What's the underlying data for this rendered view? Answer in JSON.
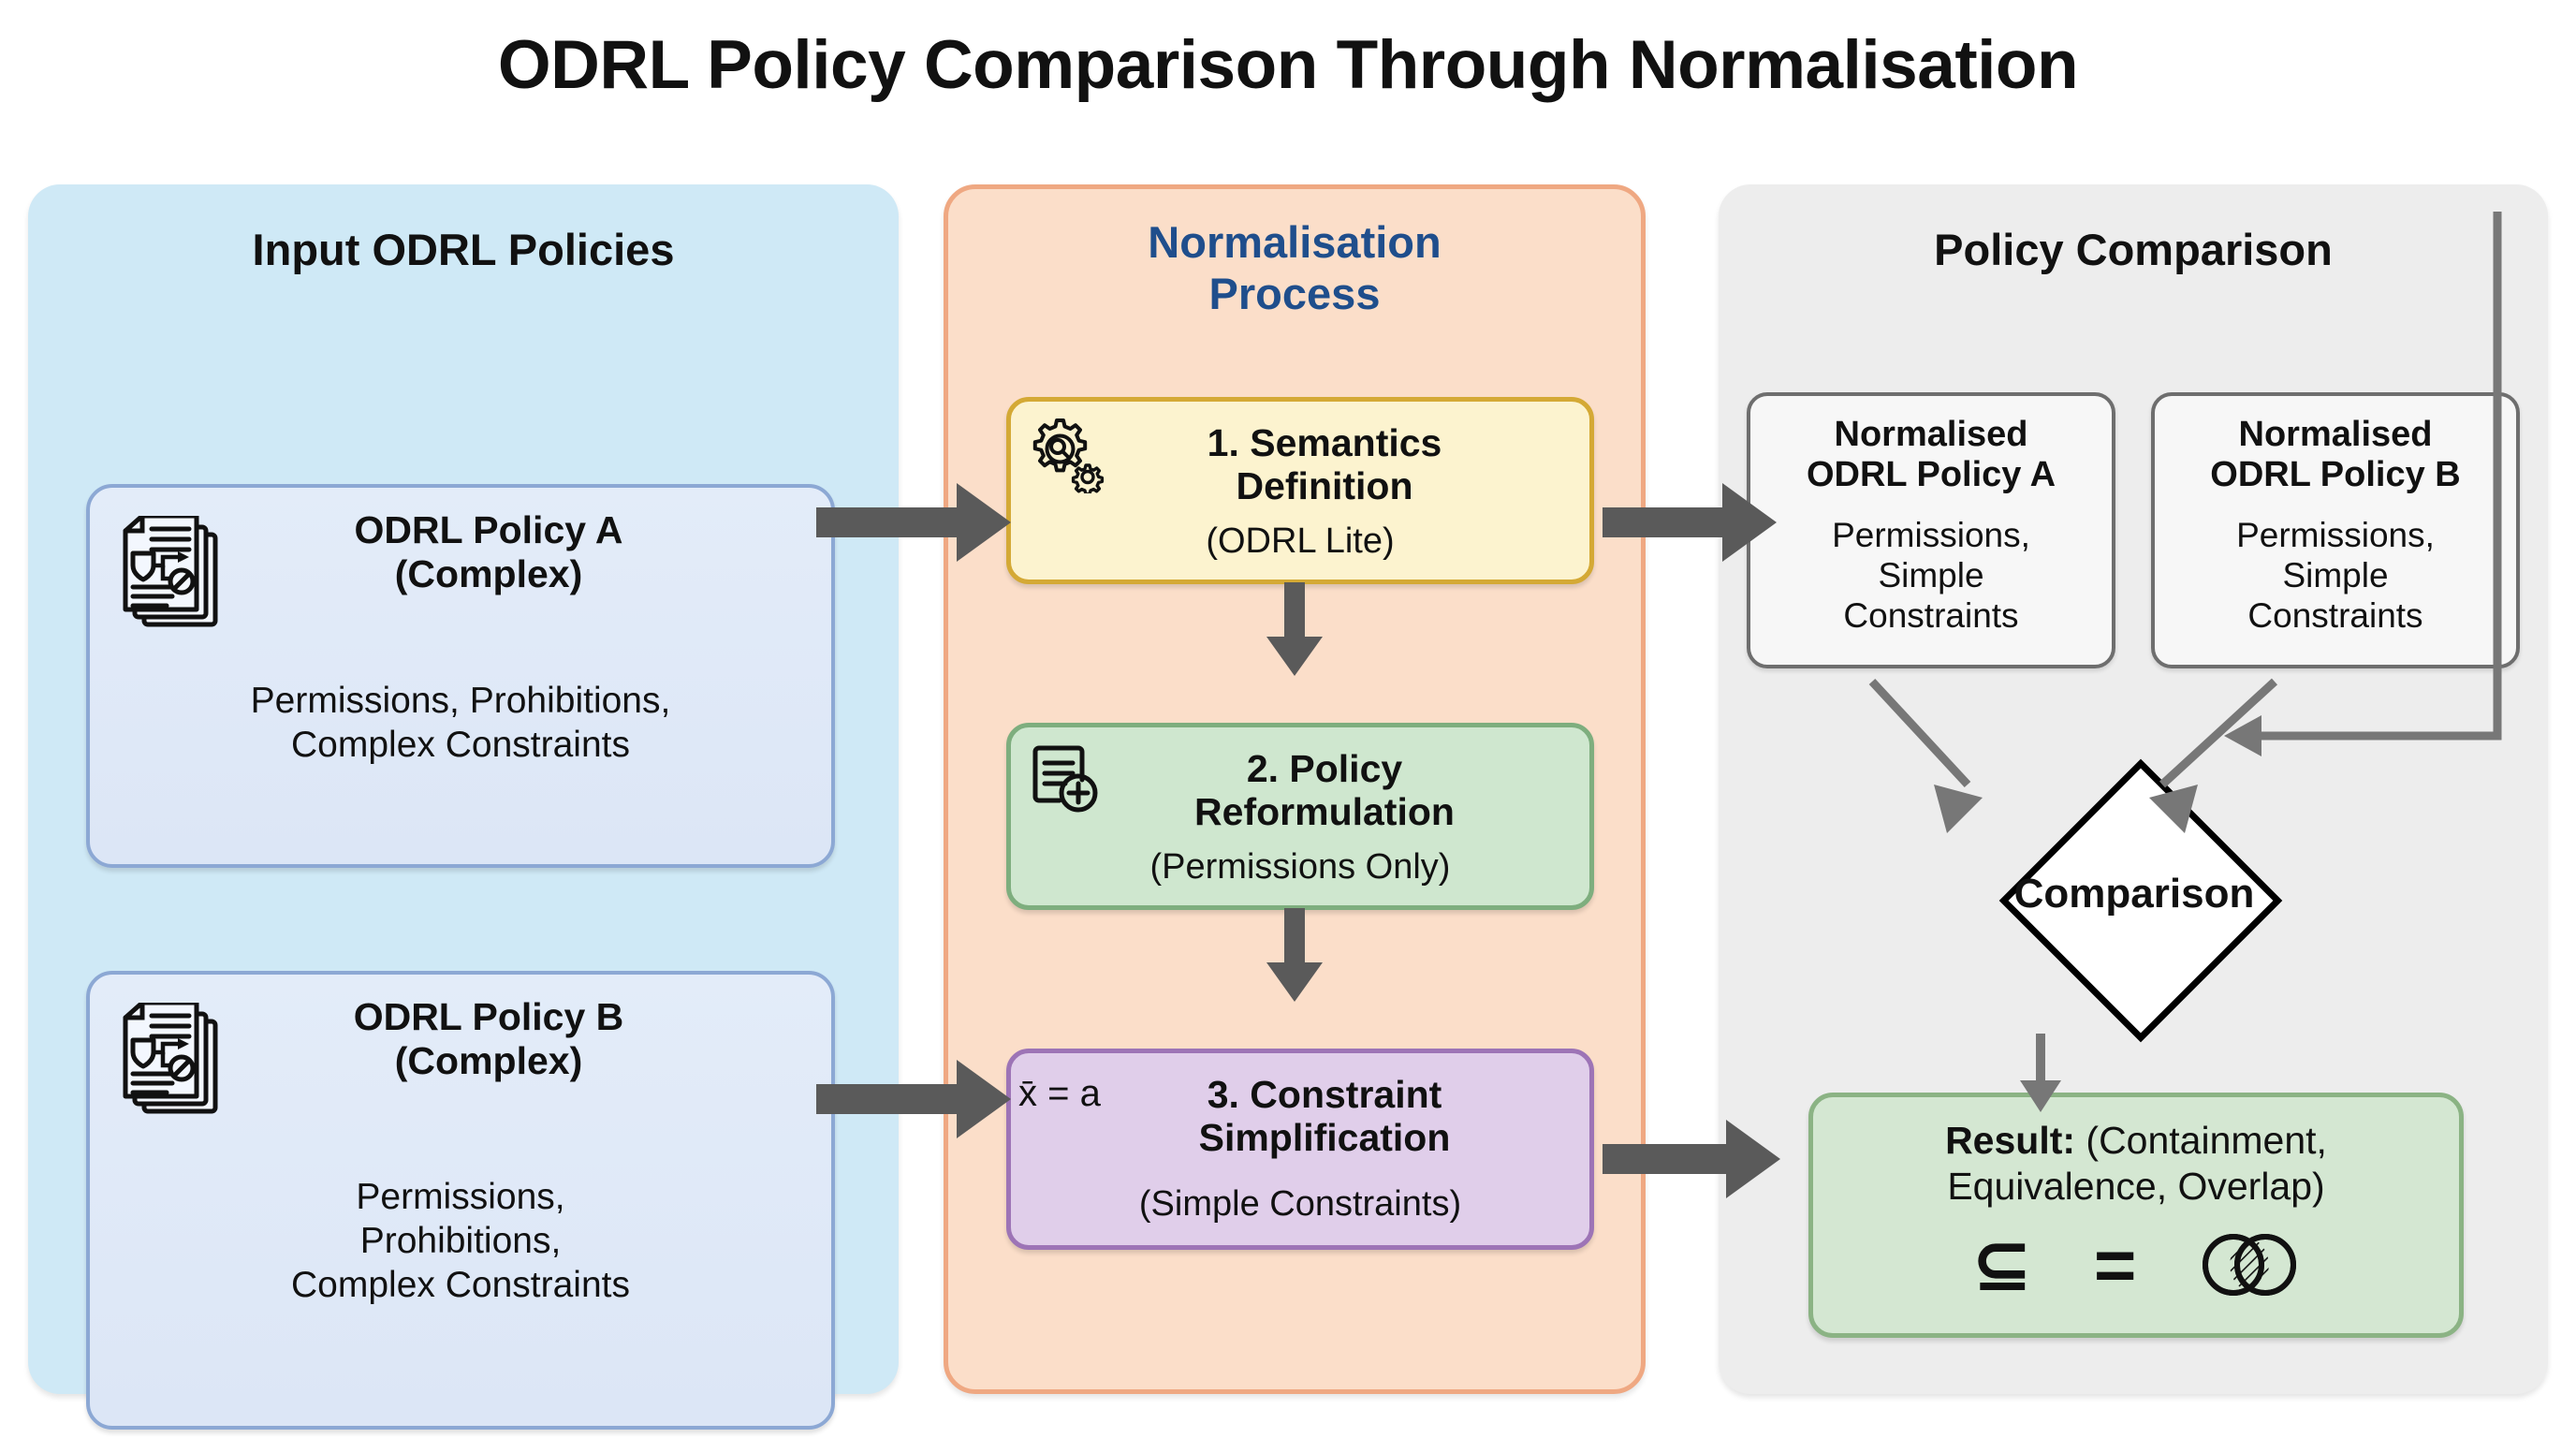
{
  "title": "ODRL Policy Comparison Through Normalisation",
  "panels": {
    "input": {
      "heading": "Input ODRL Policies",
      "bg": "#CFE9F6",
      "cards": [
        {
          "id": "policy-a",
          "icon": "stacked-documents-icon",
          "heading_line1": "ODRL Policy A",
          "heading_line2": "(Complex)",
          "body_line1": "Permissions, Prohibitions,",
          "body_line2": "Complex Constraints",
          "fill": "#E1EAF8",
          "border": "#8CA8D4"
        },
        {
          "id": "policy-b",
          "icon": "stacked-documents-icon",
          "heading_line1": "ODRL Policy B",
          "heading_line2": "(Complex)",
          "body_line1": "Permissions,",
          "body_line2": "Prohibitions,",
          "body_line3": "Complex Constraints",
          "fill": "#E1EAF8",
          "border": "#8CA8D4"
        }
      ]
    },
    "normalisation": {
      "heading_line1": "Normalisation",
      "heading_line2": "Process",
      "heading_color": "#1F4E8C",
      "bg": "#FBDEC9",
      "border": "#EFA882",
      "steps": [
        {
          "id": "step-1",
          "icon": "gear-magnifier-icon",
          "title": "1. Semantics",
          "title_line2": "Definition",
          "subtitle": "(ODRL Lite)",
          "fill": "#FCF3CF",
          "border": "#D4A935"
        },
        {
          "id": "step-2",
          "icon": "document-plus-icon",
          "title": "2. Policy",
          "title_line2": "Reformulation",
          "subtitle": "(Permissions Only)",
          "fill": "#CFE7CF",
          "border": "#7EAE7E"
        },
        {
          "id": "step-3",
          "icon": "x-equals-a-icon",
          "icon_text": "x̄ = a",
          "title": "3. Constraint",
          "title_line2": "Simplification",
          "subtitle": "(Simple Constraints)",
          "fill": "#E0CEEA",
          "border": "#9D74B6"
        }
      ]
    },
    "comparison": {
      "heading": "Policy Comparison",
      "bg": "#EDEDED",
      "normalised_cards": [
        {
          "id": "normalised-policy-a",
          "heading_line1": "Normalised",
          "heading_line2": "ODRL Policy A",
          "body_line1": "Permissions,",
          "body_line2": "Simple",
          "body_line3": "Constraints"
        },
        {
          "id": "normalised-policy-b",
          "heading_line1": "Normalised",
          "heading_line2": "ODRL Policy B",
          "body_line1": "Permissions,",
          "body_line2": "Simple",
          "body_line3": "Constraints"
        }
      ],
      "decision": {
        "label": "Comparison",
        "shape": "diamond"
      },
      "result": {
        "label_bold": "Result:",
        "label_rest": " (Containment,",
        "label_line2": "Equivalence, Overlap)",
        "symbols": [
          "⊆",
          "=",
          "venn-overlap-icon"
        ],
        "fill": "#D4E7D2",
        "border": "#8BB384"
      }
    }
  },
  "arrow_color": "#5A5A5A",
  "connectors": [
    {
      "from": "policy-a",
      "to": "step-1",
      "style": "block-arrow-right"
    },
    {
      "from": "policy-b",
      "to": "step-3",
      "style": "block-arrow-right"
    },
    {
      "from": "step-1",
      "to": "step-2",
      "style": "block-arrow-down"
    },
    {
      "from": "step-2",
      "to": "step-3",
      "style": "block-arrow-down"
    },
    {
      "from": "step-1",
      "to": "normalised-policy-a",
      "style": "block-arrow-right"
    },
    {
      "from": "step-3",
      "to": "comparison-panel",
      "style": "block-arrow-right"
    },
    {
      "from": "normalised-policy-a",
      "to": "decision",
      "style": "line-arrow-diagonal"
    },
    {
      "from": "normalised-policy-b",
      "to": "decision",
      "style": "line-arrow-diagonal"
    },
    {
      "from": "normalised-policy-b",
      "to": "decision",
      "style": "line-arrow-elbow-right"
    },
    {
      "from": "decision",
      "to": "result",
      "style": "line-arrow-down"
    }
  ]
}
